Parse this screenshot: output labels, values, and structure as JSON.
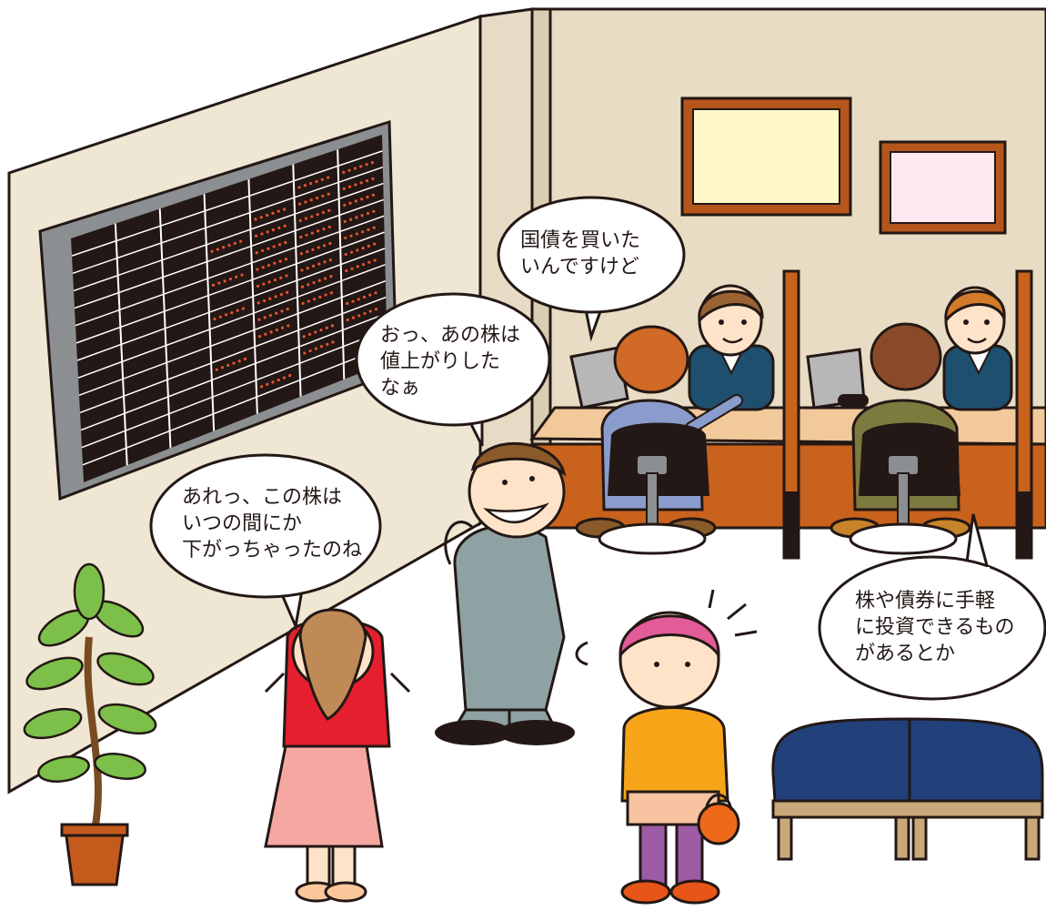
{
  "bubbles": {
    "counter_customer": [
      "国債を買いた",
      "いんですけど"
    ],
    "man": [
      "おっ、あの株は",
      "値上がりした",
      "なぁ"
    ],
    "woman_left": [
      "あれっ、この株は",
      "いつの間にか",
      "下がっちゃったのね"
    ],
    "right": [
      "株や債券に手軽",
      "に投資できるもの",
      "があるとか"
    ]
  },
  "colors": {
    "wall": "#efe6d3",
    "back_wall": "#e8dcc4",
    "floor": "#ffffff",
    "outline": "#231815",
    "board": "#231815",
    "board_frame": "#8c8f91",
    "led": "#e8542e",
    "frame_wood": "#b5561d",
    "counter_top": "#f2c99a",
    "counter_front": "#c8621c",
    "bench": "#22407a",
    "plant": "#7cc04a",
    "pot": "#c55a1d"
  }
}
